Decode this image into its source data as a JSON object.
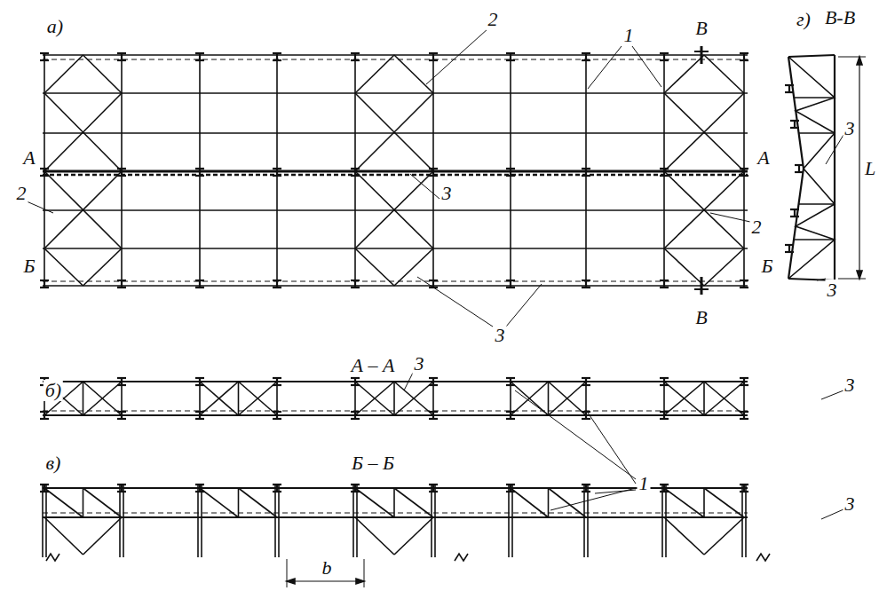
{
  "diagram": {
    "labels": [
      "а)",
      "2",
      "1",
      "В",
      "г)",
      "В-В",
      "А",
      "А",
      "2",
      "3",
      "2",
      "Б",
      "Б",
      "В",
      "3",
      "3",
      "L",
      "3",
      "б)",
      "А – А",
      "3",
      "3",
      "1",
      "в)",
      "Б – Б",
      "3",
      "b"
    ]
  }
}
